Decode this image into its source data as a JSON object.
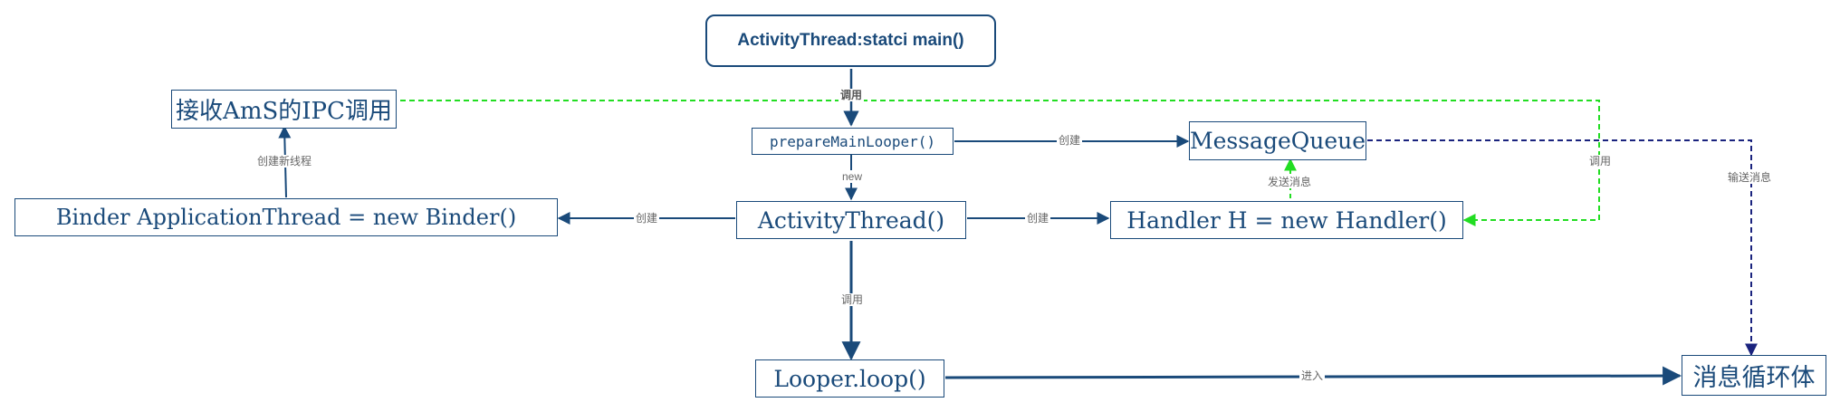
{
  "colors": {
    "node_border": "#1a4a7a",
    "node_text": "#1a4a7a",
    "edge_primary": "#1a4a7a",
    "edge_green": "#22dd22",
    "edge_navy_dashed": "#1a237e",
    "label_text": "#666666"
  },
  "nodes": {
    "main": "ActivityThread:statci main()",
    "ipc": "接收AmS的IPC调用",
    "prepare": "prepareMainLooper()",
    "messagequeue": "MessageQueue",
    "binder": "Binder ApplicationThread = new Binder()",
    "activitythread": "ActivityThread()",
    "handler": "Handler H = new Handler()",
    "looper": "Looper.loop()",
    "msgloop": "消息循环体"
  },
  "edges": {
    "main_to_prepare": "调用",
    "prepare_to_queue": "创建",
    "prepare_to_activity": "new",
    "binder_to_ipc": "创建新线程",
    "activity_to_binder": "创建",
    "activity_to_handler": "创建",
    "handler_to_queue": "发送消息",
    "ipc_to_handler": "调用",
    "queue_to_msgloop": "输送消息",
    "activity_to_looper": "调用",
    "looper_to_msgloop": "进入"
  }
}
